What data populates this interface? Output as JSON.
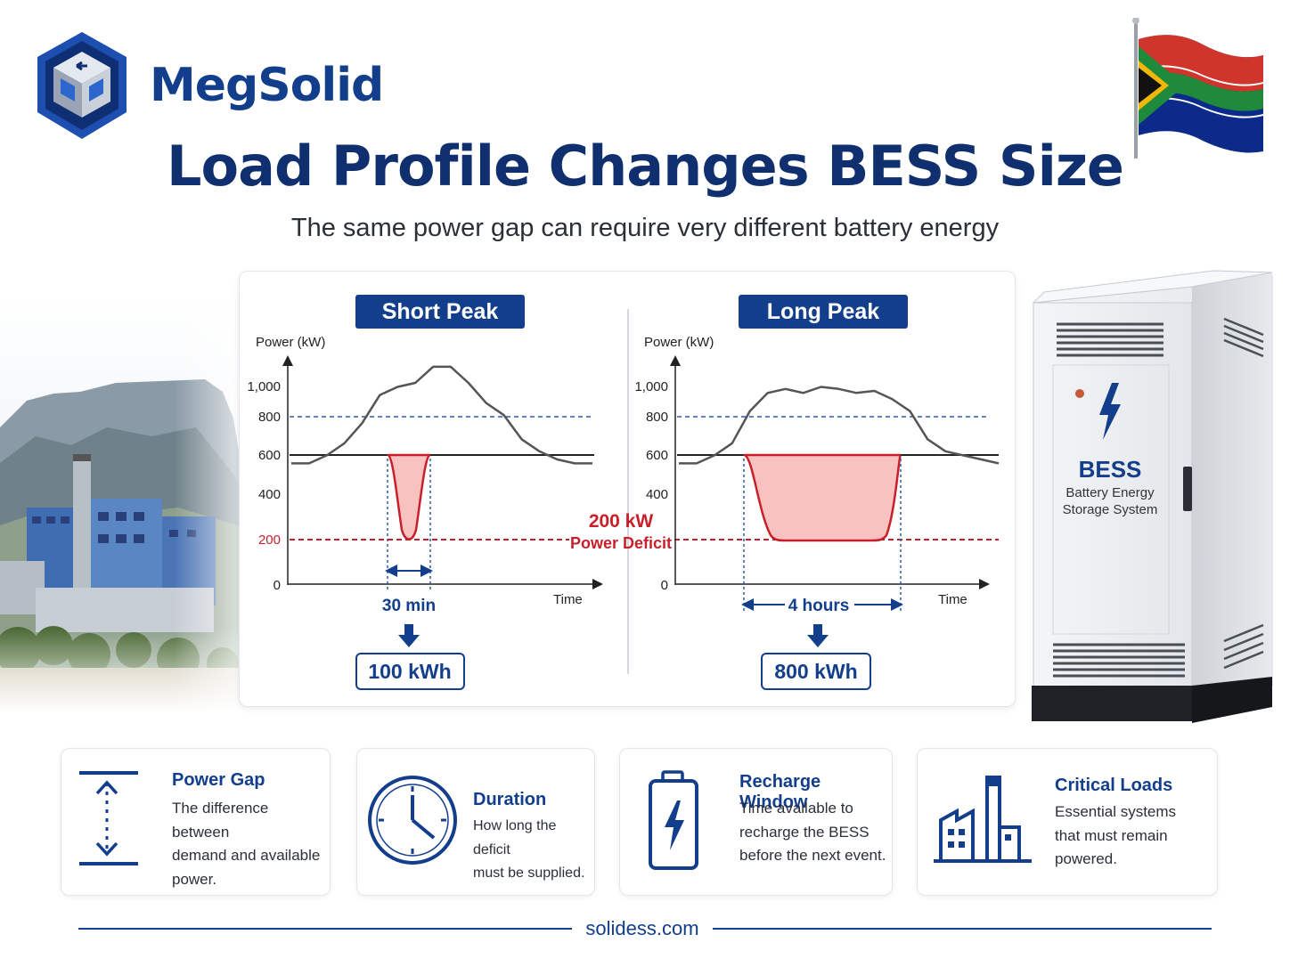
{
  "brand": {
    "name": "MegSolid"
  },
  "title": "Load Profile Changes BESS Size",
  "subtitle": "The same power gap can require very different battery energy",
  "chart_data": [
    {
      "type": "line",
      "title": "Short Peak",
      "ylabel": "Power (kW)",
      "xlabel": "Time",
      "yticks": [
        "0",
        "200",
        "400",
        "600",
        "800",
        "1,000"
      ],
      "ylim": [
        0,
        1100
      ],
      "series": [
        {
          "values": [
            600,
            600,
            640,
            700,
            800,
            940,
            980,
            1000,
            1080,
            1080,
            1000,
            900,
            840,
            720,
            660,
            620,
            600,
            600
          ]
        }
      ],
      "deficit_min": 200,
      "duration_label": "30 min",
      "energy_label": "100 kWh"
    },
    {
      "type": "line",
      "title": "Long Peak",
      "ylabel": "Power (kW)",
      "xlabel": "Time",
      "yticks": [
        "0",
        "400",
        "600",
        "800",
        "1,000"
      ],
      "ylim": [
        0,
        1100
      ],
      "series": [
        {
          "values": [
            600,
            600,
            640,
            700,
            860,
            950,
            970,
            950,
            980,
            970,
            950,
            960,
            920,
            860,
            720,
            660,
            640,
            620,
            600
          ]
        }
      ],
      "deficit_min": 200,
      "duration_label": "4 hours",
      "energy_label": "800 kWh"
    }
  ],
  "deficit": {
    "value": "200 kW",
    "label": "Power Deficit"
  },
  "cabinet": {
    "title": "BESS",
    "line1": "Battery Energy",
    "line2": "Storage System"
  },
  "cards": [
    {
      "title": "Power Gap",
      "lines": [
        "The difference between",
        "demand and available",
        "power."
      ],
      "icon": "power-gap-arrows-icon"
    },
    {
      "title": "Duration",
      "lines": [
        "How long the deficit",
        "must be supplied."
      ],
      "icon": "clock-icon"
    },
    {
      "title": "Recharge Window",
      "lines": [
        "Time available to",
        "recharge the BESS",
        "before the next event."
      ],
      "icon": "battery-bolt-icon"
    },
    {
      "title": "Critical Loads",
      "lines": [
        "Essential systems",
        "that must remain",
        "powered."
      ],
      "icon": "factory-icon"
    }
  ],
  "footer": {
    "url": "solidess.com"
  },
  "colors": {
    "navy": "#123e8c",
    "deficit_red": "#c8202a",
    "deficit_fill": "#f7b8b6",
    "load_line": "#555555"
  }
}
